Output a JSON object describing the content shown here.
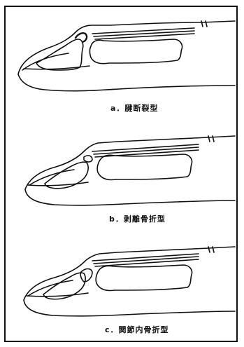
{
  "figure": {
    "panels": [
      {
        "caption": "a．腱断裂型"
      },
      {
        "caption": "b．剥離骨折型"
      },
      {
        "caption": "c．関節内骨折型"
      }
    ],
    "line_color": "#111111"
  }
}
